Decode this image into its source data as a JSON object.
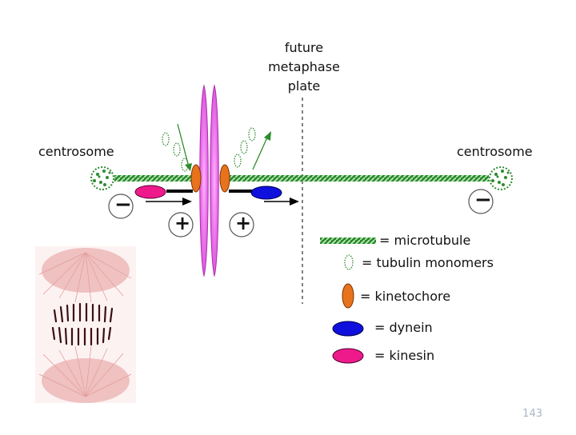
{
  "diagram": {
    "plate_label": [
      "future",
      "metaphase",
      "plate"
    ],
    "left_centrosome_label": "centrosome",
    "right_centrosome_label": "centrosome",
    "minus_symbol": "−",
    "plus_symbol": "+",
    "legend": {
      "microtubule": "= microtubule",
      "tubulin": "= tubulin monomers",
      "kinetochore": "= kinetochore",
      "dynein": "= dynein",
      "kinesin": "= kinesin"
    },
    "colors": {
      "microtubule": "#2e8b2e",
      "chromosome": "#ee66ee",
      "kinetochore": "#e8731c",
      "dynein": "#1010dd",
      "kinesin": "#ee1a8c",
      "tubulin": "#2e8b2e"
    }
  },
  "footer": {
    "page_number": "143"
  }
}
